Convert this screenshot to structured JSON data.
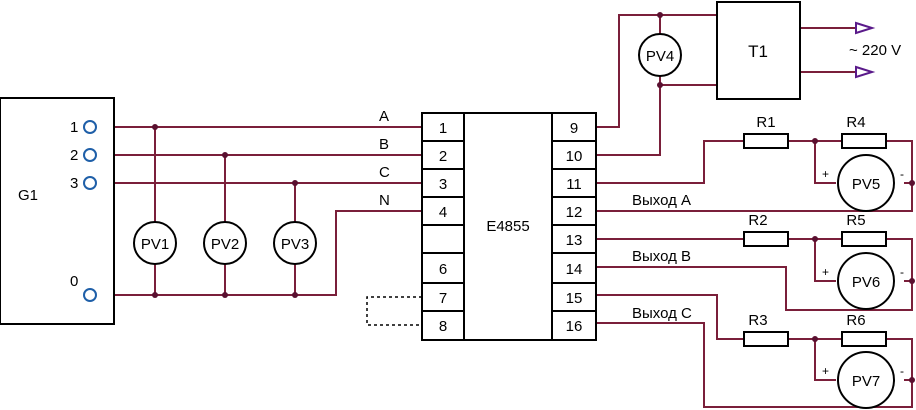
{
  "generator": {
    "label": "G1",
    "terminals": [
      "1",
      "2",
      "3",
      "0"
    ]
  },
  "lines": {
    "a": "A",
    "b": "B",
    "c": "C",
    "n": "N"
  },
  "chip": {
    "name": "E4855",
    "left_pins": [
      "1",
      "2",
      "3",
      "4",
      "6",
      "7",
      "8"
    ],
    "right_pins": [
      "9",
      "10",
      "11",
      "12",
      "13",
      "14",
      "15",
      "16"
    ]
  },
  "transformer": {
    "label": "T1",
    "voltage": "~ 220 V"
  },
  "meters": {
    "pv1": "PV1",
    "pv2": "PV2",
    "pv3": "PV3",
    "pv4": "PV4",
    "pv5": "PV5",
    "pv6": "PV6",
    "pv7": "PV7"
  },
  "resistors": {
    "r1": "R1",
    "r2": "R2",
    "r3": "R3",
    "r4": "R4",
    "r5": "R5",
    "r6": "R6"
  },
  "outputs": {
    "a": "Выход A",
    "b": "Выход B",
    "c": "Выход C"
  },
  "polarity": {
    "plus": "+",
    "minus": "-"
  },
  "colors": {
    "wire": "#7a1f3a",
    "outline": "#000000",
    "terminal": "#1f5fa8",
    "node": "#5a1030"
  }
}
